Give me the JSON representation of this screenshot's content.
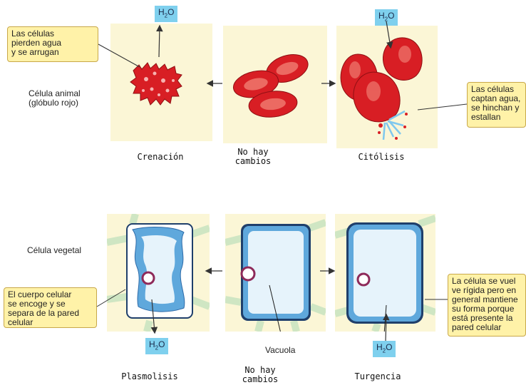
{
  "animal": {
    "row_label_1": "Célula animal",
    "row_label_2": "(glóbulo rojo)",
    "left_caption": "Crenación",
    "center_caption_1": "No hay",
    "center_caption_2": "cambios",
    "right_caption": "Citólisis",
    "left_callout": [
      "Las células",
      "pierden agua",
      "y se arrugan"
    ],
    "right_callout": [
      "Las células",
      "captan agua,",
      "se hinchan y",
      "estallan"
    ],
    "h2o_left_main": "H",
    "h2o_left_sub": "2",
    "h2o_left_tail": "O",
    "h2o_right_main": "H",
    "h2o_right_sub": "2",
    "h2o_right_tail": "O"
  },
  "plant": {
    "row_label": "Célula vegetal",
    "left_caption": "Plasmolisis",
    "center_caption_1": "No hay",
    "center_caption_2": "cambios",
    "right_caption": "Turgencia",
    "vacuole_label": "Vacuola",
    "left_callout": [
      "El cuerpo celular",
      "se encoge y se",
      "separa de la pared",
      "celular"
    ],
    "right_callout": [
      "La célula se vuel",
      "ve rígida pero en",
      "general mantiene",
      "su forma porque",
      "está presente la",
      "pared celular"
    ],
    "h2o_left_main": "H",
    "h2o_left_sub": "2",
    "h2o_left_tail": "O",
    "h2o_right_main": "H",
    "h2o_right_sub": "2",
    "h2o_right_tail": "O"
  },
  "colors": {
    "panel_bg": "#fbf6d6",
    "blood_red": "#d81e24",
    "cell_blue": "#5fa8dc",
    "vacuole": "#e6f3fb",
    "wall_green": "#cfe6c3",
    "h2o_badge": "#7fd0ee",
    "callout_bg": "#fff2a8"
  }
}
